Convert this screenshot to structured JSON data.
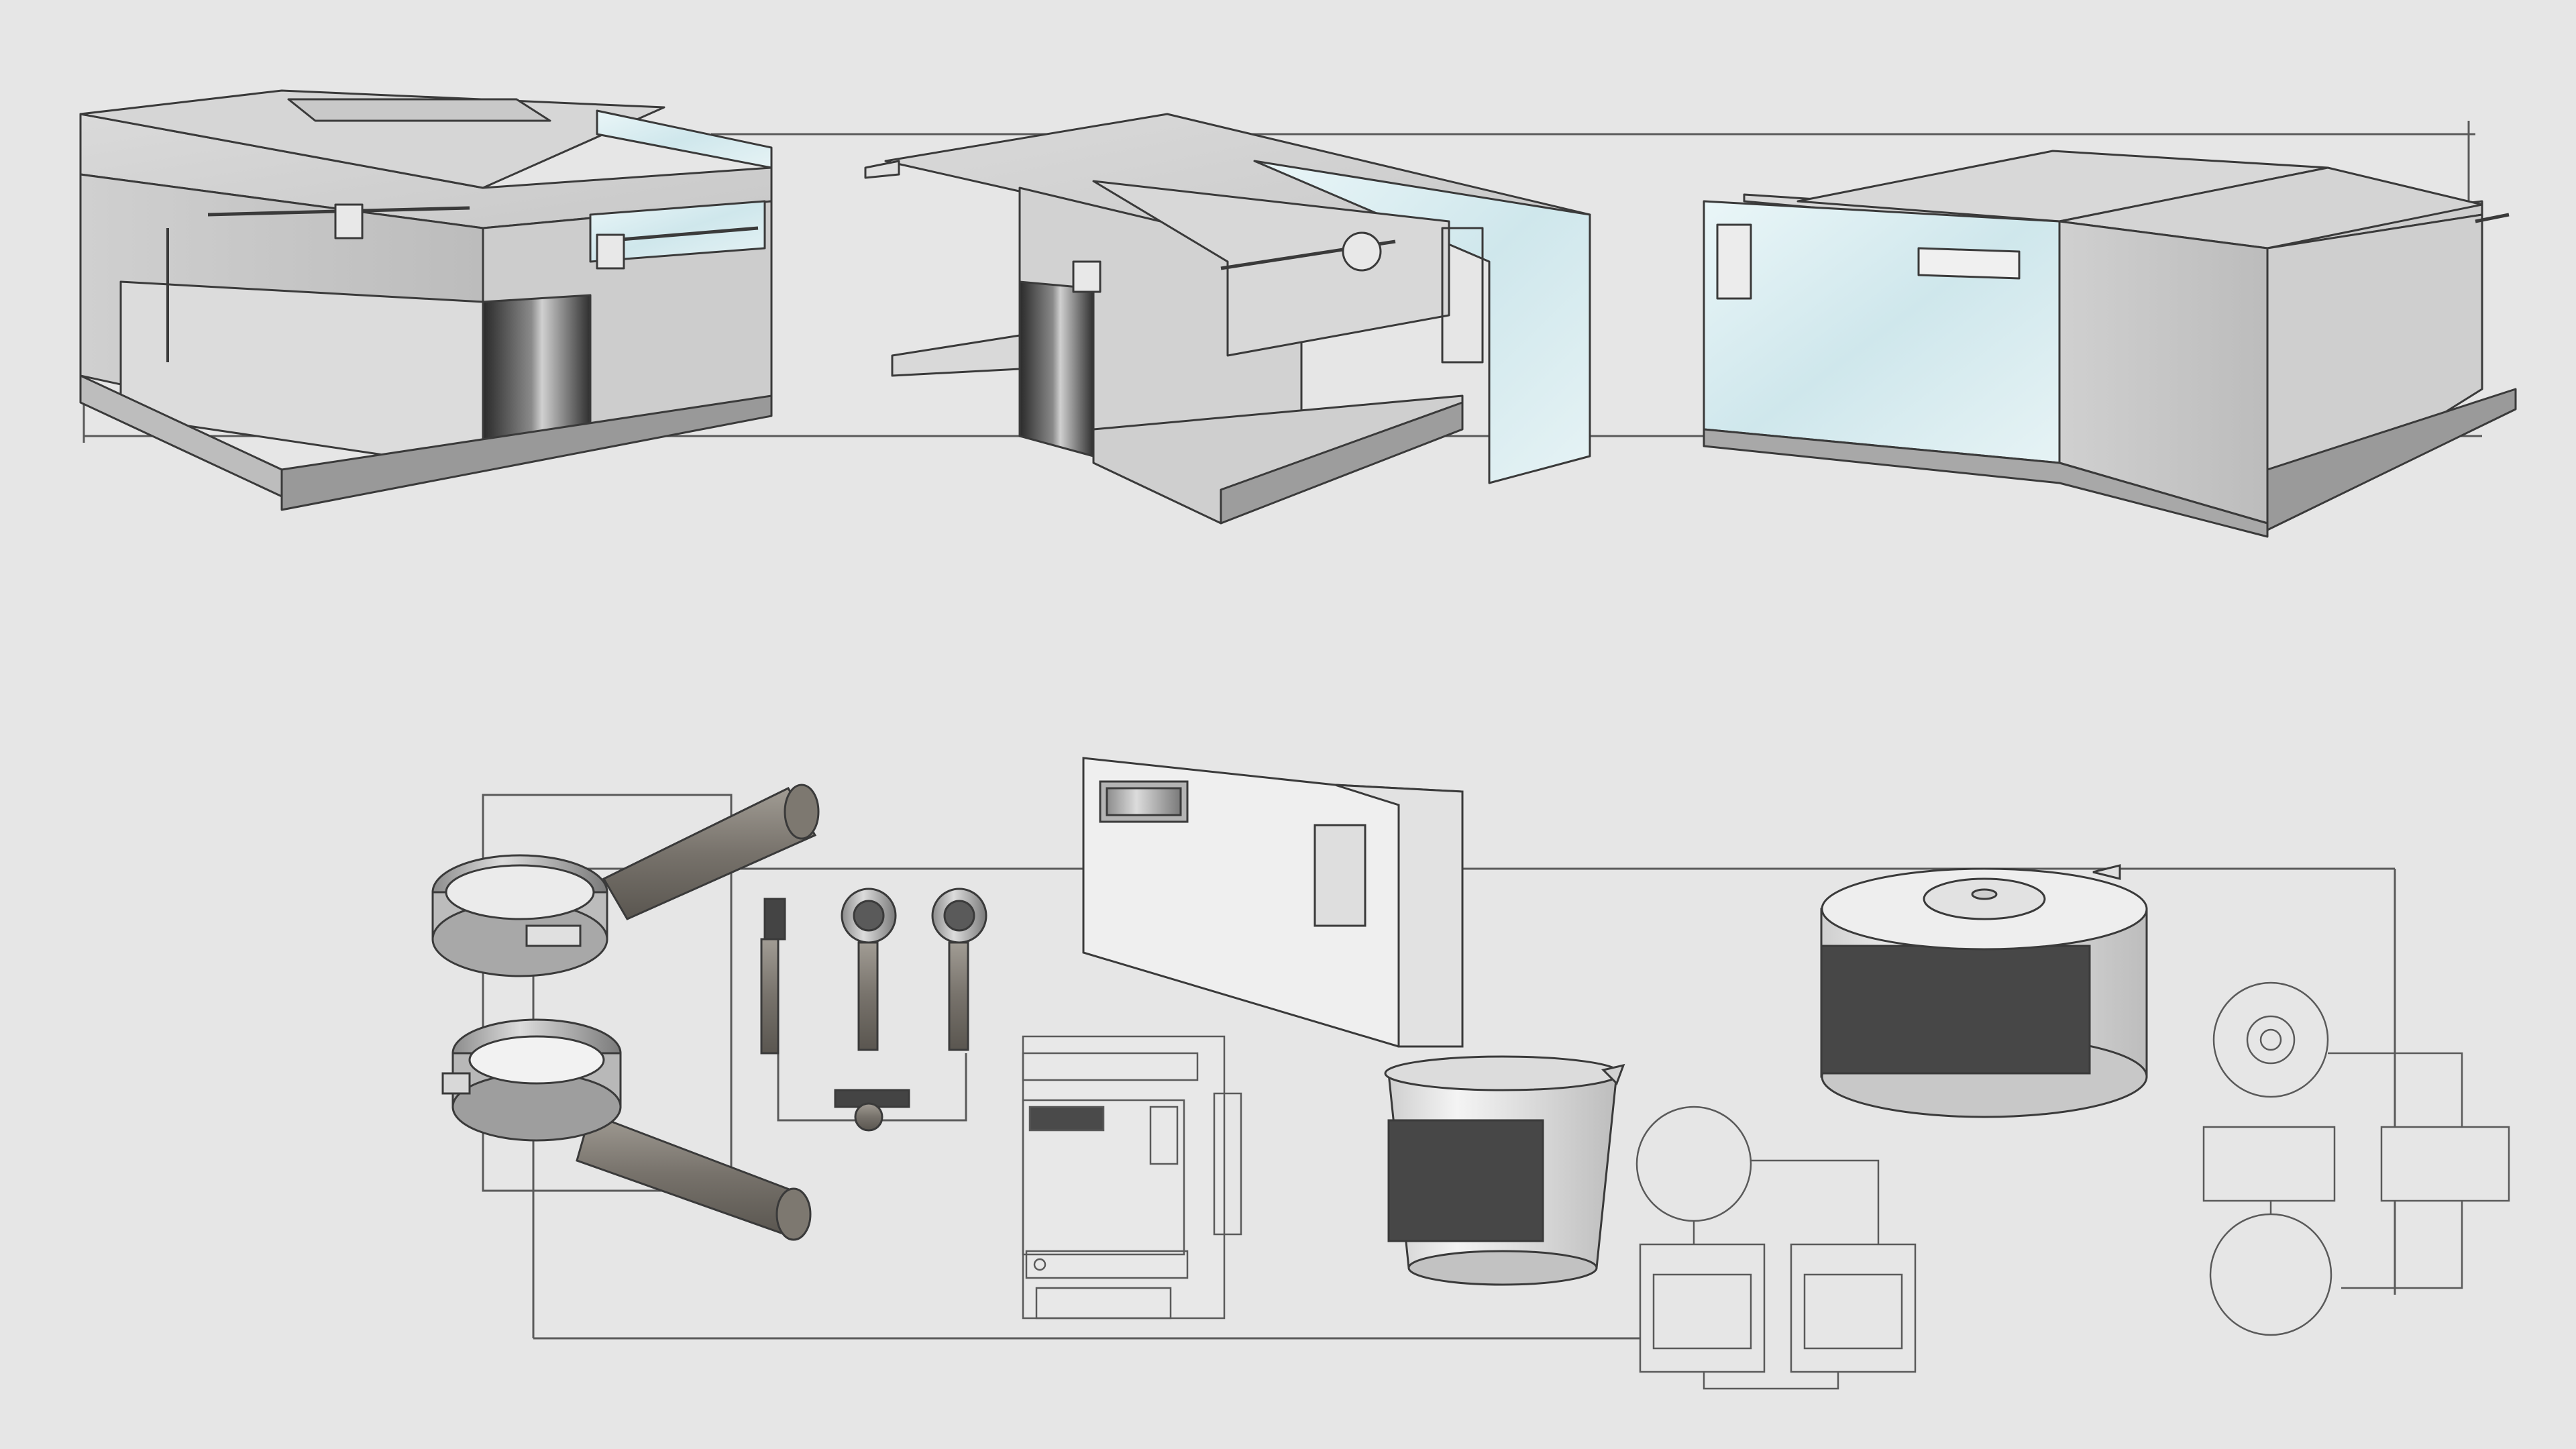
{
  "colors": {
    "background": "#e6e6e6",
    "line": "#4a4a4a",
    "stone_top": "#d4d4d4",
    "stone_side": "#c4c4c4",
    "glass": "#d9eef2",
    "chrome_dark": "#3a3a3a",
    "panel_dark": "#474747",
    "handle": "#8a857d"
  },
  "sheet": {
    "rows": [
      {
        "name": "machine-views",
        "items": [
          {
            "name": "machine-view-front-left",
            "icon": "espresso-machine-perspective"
          },
          {
            "name": "machine-view-front-right",
            "icon": "espresso-machine-perspective"
          },
          {
            "name": "machine-view-rear",
            "icon": "espresso-machine-perspective"
          }
        ]
      },
      {
        "name": "component-details",
        "items": [
          {
            "name": "portafilter-top",
            "icon": "portafilter"
          },
          {
            "name": "portafilter-bottom",
            "icon": "portafilter"
          },
          {
            "name": "portafilter-variants",
            "icon": "portafilter-variant"
          },
          {
            "name": "water-tank-module",
            "icon": "water-tank"
          },
          {
            "name": "control-panel-elevation",
            "icon": "panel-elevation"
          },
          {
            "name": "milk-jug",
            "icon": "milk-jug"
          },
          {
            "name": "jug-orthographic-views",
            "icon": "orthographic-views"
          },
          {
            "name": "grinder-drum",
            "icon": "drum-container"
          },
          {
            "name": "drum-orthographic-views",
            "icon": "orthographic-views"
          }
        ]
      }
    ]
  }
}
